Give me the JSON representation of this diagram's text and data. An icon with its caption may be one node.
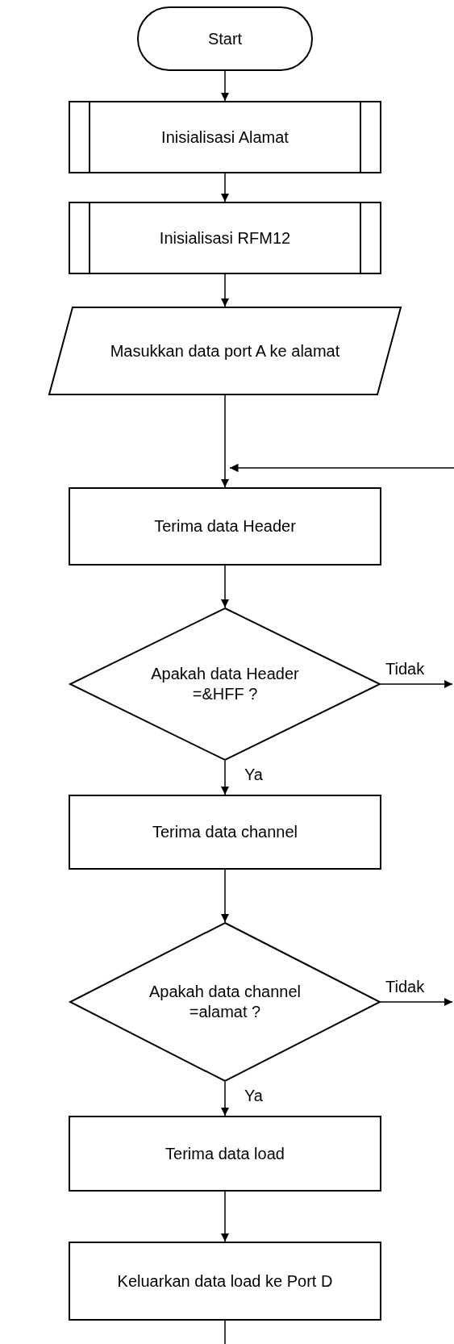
{
  "diagram": {
    "nodes": [
      {
        "text": [
          "Start"
        ]
      },
      {
        "text": [
          "Inisialisasi Alamat"
        ]
      },
      {
        "text": [
          "Inisialisasi RFM12"
        ]
      },
      {
        "text": [
          "Masukkan data port A ke alamat"
        ]
      },
      {
        "text": [
          "Terima data Header"
        ]
      },
      {
        "text": [
          "Apakah data Header =&HFF ?"
        ]
      },
      {
        "text": [
          "Terima data channel"
        ]
      },
      {
        "text": [
          "Apakah data channel =alamat ?"
        ]
      },
      {
        "text": [
          "Terima data load"
        ]
      },
      {
        "text": [
          "Keluarkan data load ke Port D"
        ]
      }
    ],
    "edges": [
      {
        "from": 0,
        "to": 1,
        "arrow": "to"
      },
      {
        "from": 1,
        "to": 2,
        "arrow": "to"
      },
      {
        "from": 2,
        "to": 3,
        "arrow": "to"
      },
      {
        "from": 3,
        "to": 4,
        "arrow": "to"
      },
      {
        "from": null,
        "to": 4,
        "arrow": "to"
      },
      {
        "from": 4,
        "to": 5,
        "arrow": "to"
      },
      {
        "from": 5,
        "to": null,
        "arrow": "to",
        "label": "Tidak"
      },
      {
        "from": 5,
        "to": 6,
        "arrow": "to",
        "label": "Ya"
      },
      {
        "from": 6,
        "to": 7,
        "arrow": "to"
      },
      {
        "from": 7,
        "to": null,
        "arrow": "to",
        "label": "Tidak"
      },
      {
        "from": 7,
        "to": 8,
        "arrow": "to",
        "label": "Ya"
      },
      {
        "from": 8,
        "to": 9,
        "arrow": "to"
      },
      {
        "from": 9,
        "to": null,
        "arrow": "none"
      }
    ]
  }
}
